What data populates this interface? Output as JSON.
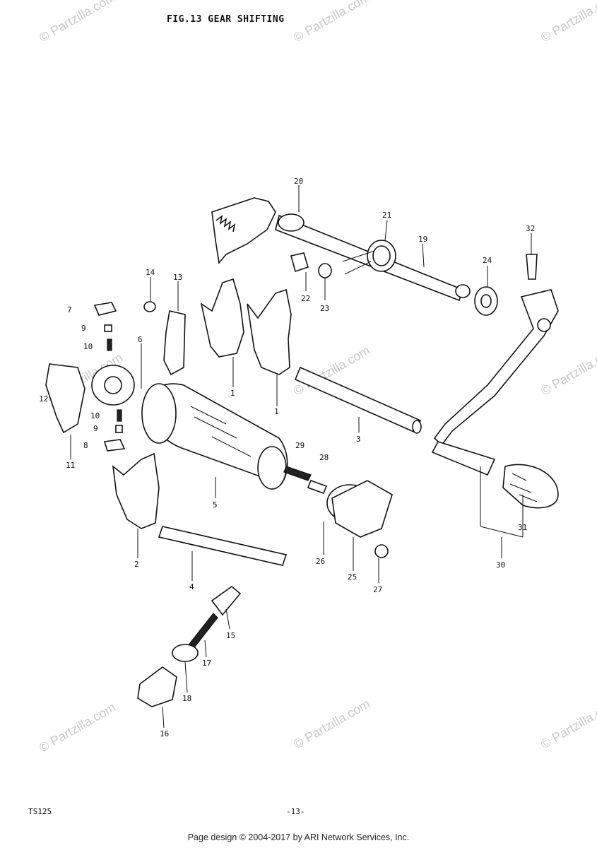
{
  "title": "FIG.13  GEAR SHIFTING",
  "model": "TS125",
  "page_number": "-13-",
  "footer": "Page design © 2004-2017 by ARI Network Services, Inc.",
  "watermark": "© Partzilla.com",
  "callouts": [
    "20",
    "21",
    "19",
    "32",
    "24",
    "22",
    "23",
    "14",
    "13",
    "7",
    "9",
    "10",
    "6",
    "12",
    "11",
    "9",
    "10",
    "8",
    "1",
    "1",
    "3",
    "29",
    "28",
    "5",
    "2",
    "4",
    "26",
    "25",
    "27",
    "31",
    "30",
    "15",
    "17",
    "18",
    "16"
  ]
}
